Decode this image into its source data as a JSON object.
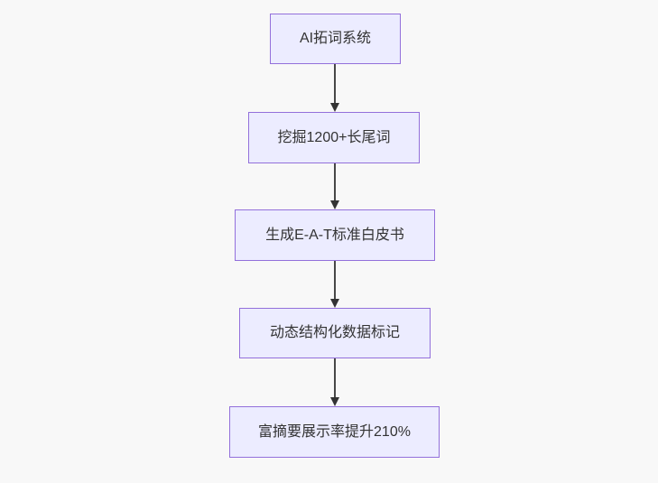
{
  "flowchart": {
    "type": "flowchart-top-down",
    "nodes": [
      {
        "id": "A",
        "label": "AI拓词系统"
      },
      {
        "id": "B",
        "label": "挖掘1200+长尾词"
      },
      {
        "id": "C",
        "label": "生成E-A-T标准白皮书"
      },
      {
        "id": "D",
        "label": "动态结构化数据标记"
      },
      {
        "id": "E",
        "label": "富摘要展示率提升210%"
      }
    ],
    "edges": [
      {
        "from": "A",
        "to": "B"
      },
      {
        "from": "B",
        "to": "C"
      },
      {
        "from": "C",
        "to": "D"
      },
      {
        "from": "D",
        "to": "E"
      }
    ],
    "colors": {
      "node_fill": "#ECECFF",
      "node_border": "#9370DB",
      "node_text": "#333333",
      "arrow": "#333333",
      "background": "#F8F8F8"
    }
  }
}
